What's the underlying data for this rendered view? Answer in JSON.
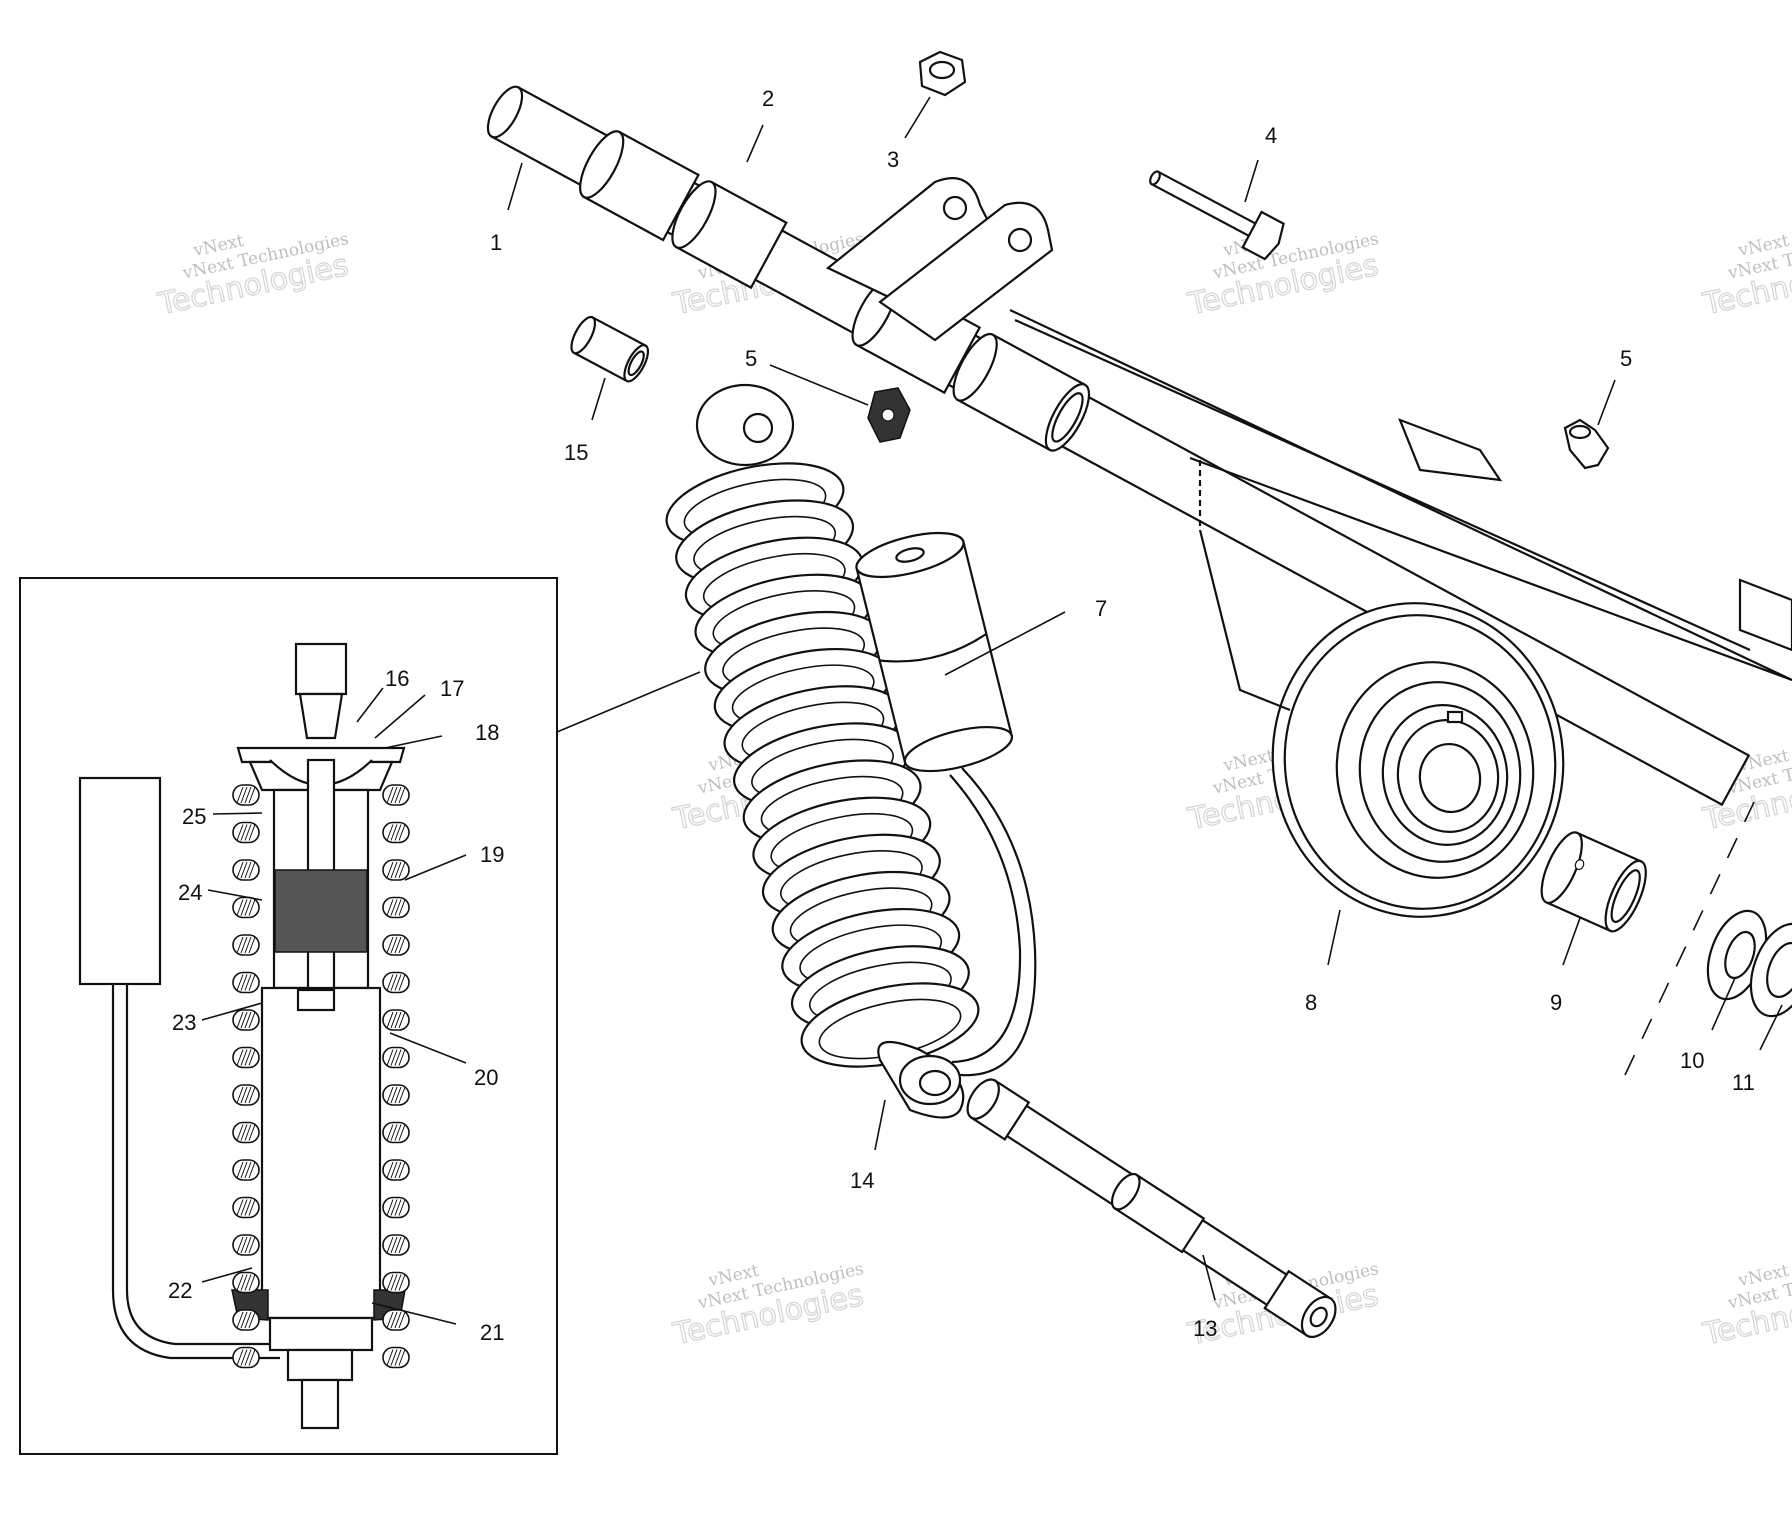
{
  "callouts": [
    {
      "id": "1",
      "label": "1"
    },
    {
      "id": "2",
      "label": "2"
    },
    {
      "id": "3",
      "label": "3"
    },
    {
      "id": "4",
      "label": "4"
    },
    {
      "id": "5a",
      "label": "5"
    },
    {
      "id": "5b",
      "label": "5"
    },
    {
      "id": "7",
      "label": "7"
    },
    {
      "id": "8",
      "label": "8"
    },
    {
      "id": "9",
      "label": "9"
    },
    {
      "id": "10",
      "label": "10"
    },
    {
      "id": "11",
      "label": "11"
    },
    {
      "id": "13",
      "label": "13"
    },
    {
      "id": "14",
      "label": "14"
    },
    {
      "id": "15",
      "label": "15"
    },
    {
      "id": "16",
      "label": "16"
    },
    {
      "id": "17",
      "label": "17"
    },
    {
      "id": "18",
      "label": "18"
    },
    {
      "id": "19",
      "label": "19"
    },
    {
      "id": "20",
      "label": "20"
    },
    {
      "id": "21",
      "label": "21"
    },
    {
      "id": "22",
      "label": "22"
    },
    {
      "id": "23",
      "label": "23"
    },
    {
      "id": "24",
      "label": "24"
    },
    {
      "id": "25",
      "label": "25"
    }
  ],
  "watermark": {
    "brand": "vNext",
    "line": "vNext Technologies",
    "large": "Technologies"
  }
}
